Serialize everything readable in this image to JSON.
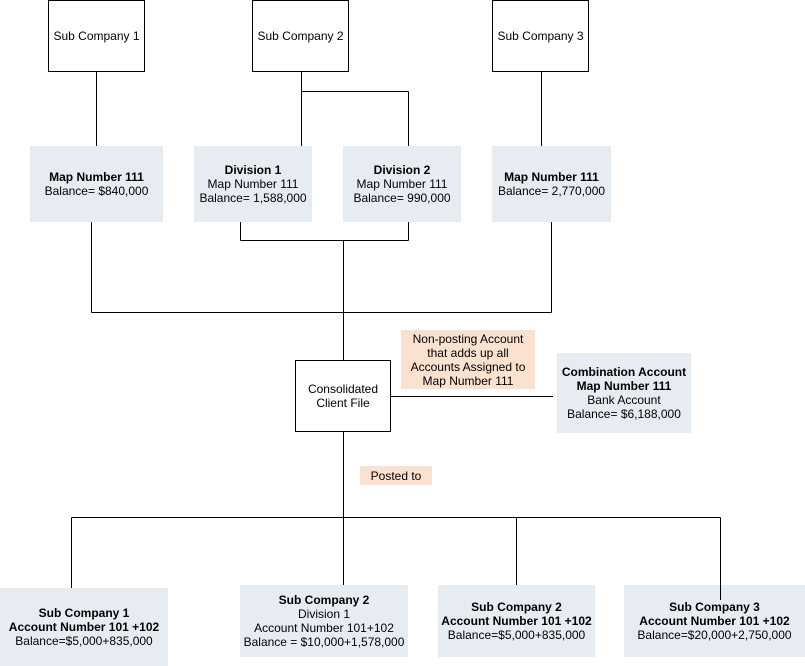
{
  "top_companies": [
    "Sub Company 1",
    "Sub Company 2",
    "Sub Company 3"
  ],
  "map_boxes": [
    {
      "title": "Map Number 111",
      "line1": "",
      "line2": "Balance= $840,000"
    },
    {
      "title": "Division 1",
      "line1": "Map Number 111",
      "line2": "Balance= 1,588,000"
    },
    {
      "title": "Division 2",
      "line1": "Map Number 111",
      "line2": "Balance= 990,000"
    },
    {
      "title": "Map Number 111",
      "line1": "",
      "line2": "Balance= 2,770,000"
    }
  ],
  "consolidated": {
    "line1": "Consolidated",
    "line2": "Client File"
  },
  "note": {
    "line1": "Non-posting Account",
    "line2": "that adds up all",
    "line3": "Accounts Assigned to",
    "line4": "Map Number 111"
  },
  "combination": {
    "title": "Combination Account",
    "subtitle": "Map Number 111",
    "line1": "Bank Account",
    "line2": "Balance= $6,188,000"
  },
  "posted_to": "Posted to",
  "bottom_boxes": [
    {
      "title": "Sub Company 1",
      "sub": "",
      "account": "Account Number 101 +102",
      "balance": "Balance=$5,000+835,000"
    },
    {
      "title": "Sub Company 2",
      "sub": "Division 1",
      "account": "Account Number 101+102",
      "balance": "Balance = $10,000+1,578,000"
    },
    {
      "title": "Sub Company 2",
      "sub": "",
      "account": "Account Number 101 +102",
      "balance": "Balance=$5,000+835,000"
    },
    {
      "title": "Sub Company 3",
      "sub": "",
      "account": "Account Number 101 +102",
      "balance": "Balance=$20,000+2,750,000"
    }
  ]
}
